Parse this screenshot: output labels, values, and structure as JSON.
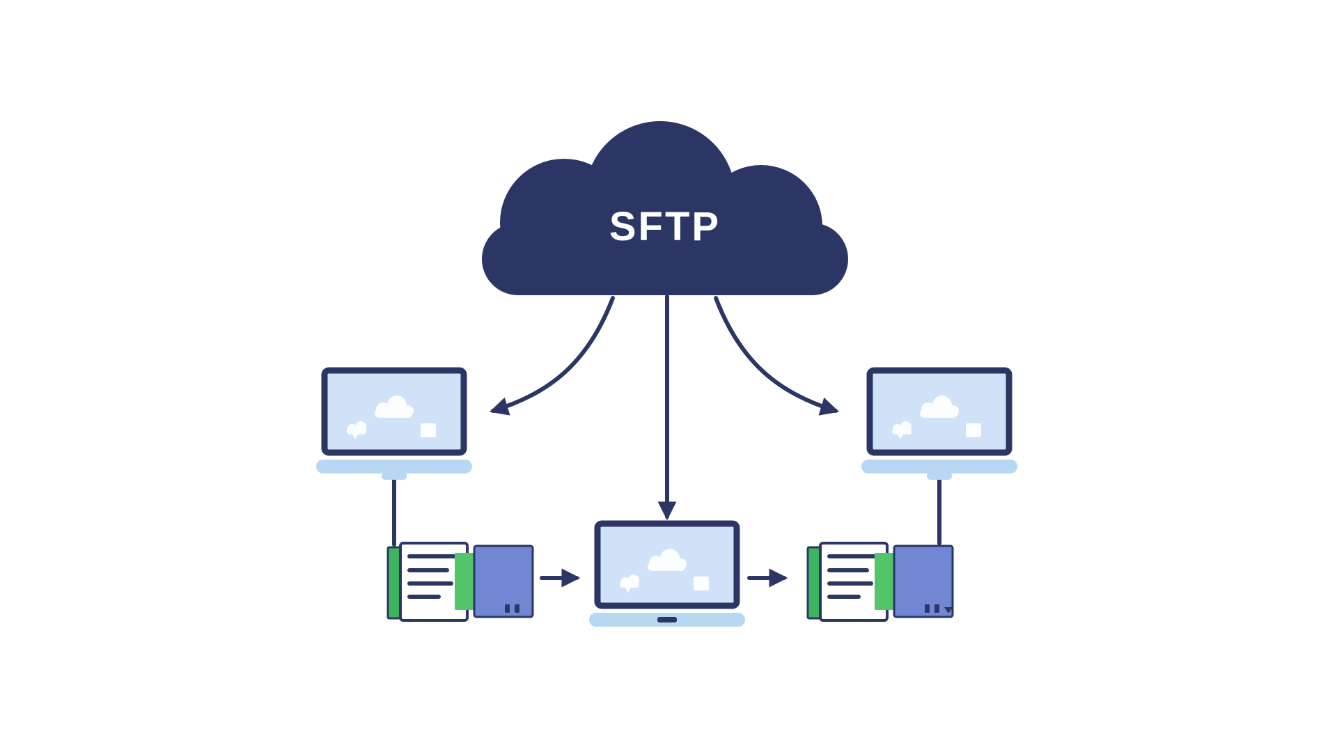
{
  "colors": {
    "page": "#ffffff",
    "navy": "#2c3665",
    "white": "#ffffff",
    "screen": "#cfe2f7",
    "base": "#b7d7f3",
    "green": "#3cb55e",
    "brightgreen": "#52c46a",
    "periwinkle": "#7287d4"
  },
  "diagram": {
    "cloud_label": "SFTP",
    "nodes": [
      {
        "id": "sftp-cloud",
        "type": "cloud",
        "label": "SFTP"
      },
      {
        "id": "laptop-left",
        "type": "laptop",
        "label": ""
      },
      {
        "id": "laptop-right",
        "type": "laptop",
        "label": ""
      },
      {
        "id": "laptop-center",
        "type": "laptop",
        "label": ""
      },
      {
        "id": "server-left",
        "type": "server-files",
        "label": ""
      },
      {
        "id": "server-right",
        "type": "server-files",
        "label": ""
      }
    ],
    "edges": [
      {
        "from": "sftp-cloud",
        "to": "laptop-left",
        "style": "curved-arrow"
      },
      {
        "from": "sftp-cloud",
        "to": "laptop-center",
        "style": "straight-arrow"
      },
      {
        "from": "sftp-cloud",
        "to": "laptop-right",
        "style": "curved-arrow"
      },
      {
        "from": "laptop-left",
        "to": "server-left",
        "style": "line"
      },
      {
        "from": "laptop-right",
        "to": "server-right",
        "style": "line"
      },
      {
        "from": "server-left",
        "to": "laptop-center",
        "style": "arrow"
      },
      {
        "from": "laptop-center",
        "to": "server-right",
        "style": "arrow"
      }
    ]
  }
}
